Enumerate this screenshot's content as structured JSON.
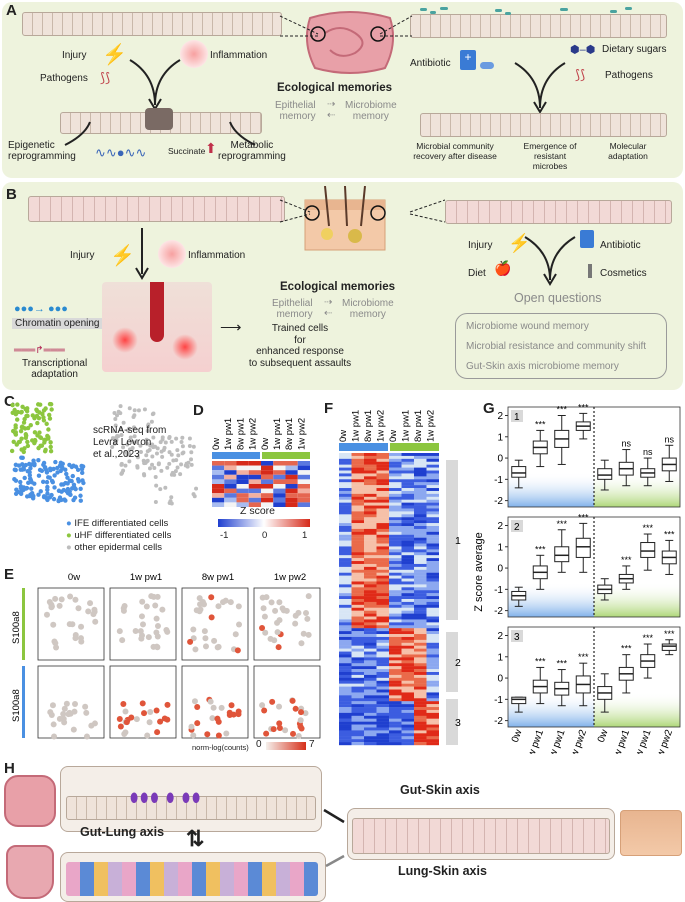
{
  "panelA": {
    "label": "A",
    "injury": "Injury",
    "inflammation": "Inflammation",
    "pathogens": "Pathogens",
    "ecological_title": "Ecological memories",
    "epithelial": "Epithelial",
    "memory": "memory",
    "microbiome": "Microbiome",
    "memory2": "memory",
    "epigenetic": "Epigenetic",
    "reprogramming": "reprogramming",
    "metabolic": "Metabolic",
    "reprogramming2": "reprogramming",
    "succinate": "Succinate",
    "antibiotic": "Antibiotic",
    "dietary_sugars": "Dietary sugars",
    "pathogens_right": "Pathogens",
    "microbial_community": "Microbial community",
    "recovery": "recovery after disease",
    "emergence_of": "Emergence of",
    "resistant": "resistant",
    "microbes": "microbes",
    "molecular": "Molecular",
    "adaptation": "adaptation"
  },
  "panelB": {
    "label": "B",
    "injury": "Injury",
    "inflammation": "Inflammation",
    "ecological_title": "Ecological memories",
    "epithelial": "Epithelial",
    "memory": "memory",
    "microbiome": "Microbiome",
    "memory2": "memory",
    "chromatin": "Chromatin opening",
    "transcriptional": "Transcriptional",
    "adaptation": "adaptation",
    "trained1": "Trained cells",
    "trained2": "for",
    "trained3": "enhanced response",
    "trained4": "to subsequent assaults",
    "injury_right": "Injury",
    "antibiotic": "Antibiotic",
    "diet": "Diet",
    "cosmetics": "Cosmetics",
    "open_questions": "Open questions",
    "q1": "Microbiome wound memory",
    "q2": "Microbial resistance and community shift",
    "q3": "Gut-Skin axis microbiome memory"
  },
  "panelC": {
    "label": "C",
    "source1": "scRNA-seq from",
    "source2": "Levra Levron",
    "source3": "et al.,2023",
    "legend": [
      {
        "label": "IFE differentiated cells",
        "color": "#4a90e2"
      },
      {
        "label": "uHF differentiated cells",
        "color": "#8cc63f"
      },
      {
        "label": "other epidermal cells",
        "color": "#bdbdbd"
      }
    ]
  },
  "panelD": {
    "label": "D",
    "columns": [
      "0w",
      "1w pw1",
      "8w pw1",
      "1w pw2",
      "0w",
      "1w pw1",
      "8w pw1",
      "1w pw2"
    ],
    "zscore_title": "Z score",
    "scale_ticks": [
      "-1",
      "0",
      "1"
    ]
  },
  "panelE": {
    "label": "E",
    "conditions": [
      "0w",
      "1w pw1",
      "8w pw1",
      "1w pw2"
    ],
    "gene": "S100a8",
    "scale_label": "norm-log(counts)",
    "scale_min": "0",
    "scale_max": "7"
  },
  "panelF": {
    "label": "F",
    "columns": [
      "0w",
      "1w pw1",
      "8w pw1",
      "1w pw2",
      "0w",
      "1w pw1",
      "8w pw1",
      "1w pw2"
    ],
    "clusters": [
      "1",
      "2",
      "3"
    ]
  },
  "panelG": {
    "label": "G",
    "ylabel": "Z score average",
    "xlabels": [
      "0w",
      "1w pw1",
      "8w pw1",
      "1w pw2",
      "0w",
      "1w pw1",
      "8w pw1",
      "1w pw2"
    ],
    "subplots": [
      {
        "id": "1",
        "ticks": [
          "2",
          "1",
          "0",
          "-1",
          "-2"
        ],
        "sig": [
          "",
          "***",
          "***",
          "***",
          "",
          "ns",
          "ns",
          "ns"
        ]
      },
      {
        "id": "2",
        "ticks": [
          "2",
          "1",
          "0",
          "-1",
          "-2"
        ],
        "sig": [
          "",
          "***",
          "***",
          "***",
          "",
          "***",
          "***",
          "***"
        ]
      },
      {
        "id": "3",
        "ticks": [
          "2",
          "1",
          "0",
          "-1",
          "-2"
        ],
        "sig": [
          "",
          "***",
          "***",
          "***",
          "",
          "***",
          "***",
          "***"
        ]
      }
    ]
  },
  "panelH": {
    "label": "H",
    "gut_lung": "Gut-Lung axis",
    "gut_skin": "Gut-Skin axis",
    "lung_skin": "Lung-Skin axis"
  },
  "chart_data": [
    {
      "type": "box",
      "title": "",
      "ylabel": "Z score average",
      "categories": [
        "0w",
        "1w pw1",
        "8w pw1",
        "1w pw2",
        "0w",
        "1w pw1",
        "8w pw1",
        "1w pw2"
      ],
      "ylim": [
        -2.3,
        2.4
      ],
      "panel": "1",
      "medians": [
        -0.7,
        0.5,
        0.9,
        1.5,
        -0.8,
        -0.5,
        -0.7,
        -0.3
      ],
      "q1": [
        -0.9,
        0.2,
        0.5,
        1.3,
        -1.0,
        -0.8,
        -0.9,
        -0.6
      ],
      "q3": [
        -0.4,
        0.8,
        1.3,
        1.7,
        -0.5,
        -0.2,
        -0.5,
        0.0
      ],
      "whisker_low": [
        -1.4,
        -0.4,
        -0.3,
        0.9,
        -1.5,
        -1.3,
        -1.3,
        -1.1
      ],
      "whisker_high": [
        -0.1,
        1.3,
        2.0,
        2.1,
        -0.1,
        0.4,
        0.0,
        0.6
      ]
    },
    {
      "type": "box",
      "title": "",
      "ylabel": "Z score average",
      "categories": [
        "0w",
        "1w pw1",
        "8w pw1",
        "1w pw2",
        "0w",
        "1w pw1",
        "8w pw1",
        "1w pw2"
      ],
      "ylim": [
        -2.3,
        2.4
      ],
      "panel": "2",
      "medians": [
        -1.3,
        -0.2,
        0.6,
        1.0,
        -1.0,
        -0.5,
        0.8,
        0.5
      ],
      "q1": [
        -1.5,
        -0.5,
        0.3,
        0.5,
        -1.2,
        -0.7,
        0.5,
        0.2
      ],
      "q3": [
        -1.1,
        0.1,
        1.0,
        1.4,
        -0.8,
        -0.3,
        1.2,
        0.8
      ],
      "whisker_low": [
        -1.8,
        -1.0,
        -0.2,
        -0.2,
        -1.5,
        -1.0,
        -0.1,
        -0.3
      ],
      "whisker_high": [
        -0.9,
        0.6,
        1.8,
        2.1,
        -0.5,
        0.1,
        1.6,
        1.3
      ]
    },
    {
      "type": "box",
      "title": "",
      "ylabel": "Z score average",
      "categories": [
        "0w",
        "1w pw1",
        "8w pw1",
        "1w pw2",
        "0w",
        "1w pw1",
        "8w pw1",
        "1w pw2"
      ],
      "ylim": [
        -2.3,
        2.4
      ],
      "panel": "3",
      "medians": [
        -1.0,
        -0.4,
        -0.5,
        -0.3,
        -0.7,
        0.2,
        0.8,
        1.5
      ],
      "q1": [
        -1.2,
        -0.7,
        -0.8,
        -0.7,
        -1.0,
        -0.1,
        0.5,
        1.3
      ],
      "q3": [
        -0.9,
        -0.1,
        -0.2,
        0.1,
        -0.4,
        0.5,
        1.1,
        1.6
      ],
      "whisker_low": [
        -1.6,
        -1.2,
        -1.3,
        -1.3,
        -1.6,
        -0.7,
        0.0,
        1.1
      ],
      "whisker_high": [
        -0.9,
        0.5,
        0.4,
        0.7,
        0.2,
        1.1,
        1.6,
        1.8
      ]
    }
  ]
}
